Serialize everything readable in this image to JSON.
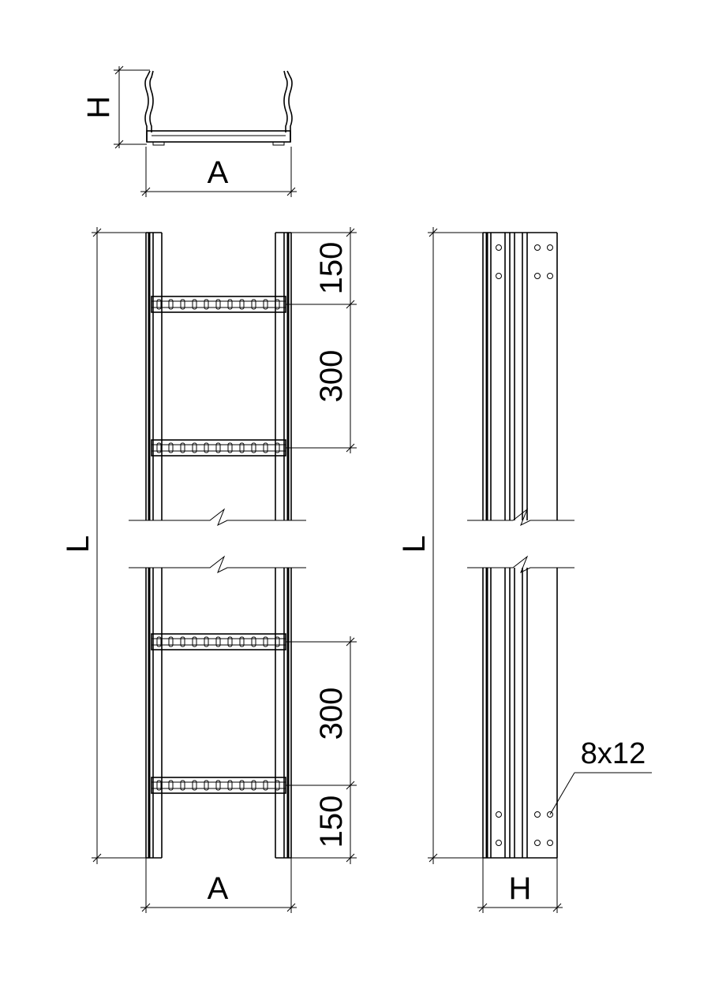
{
  "labels": {
    "cross_section_height": "H",
    "cross_section_width": "A",
    "front_length": "L",
    "front_width": "A",
    "side_length": "L",
    "side_height": "H",
    "dim_top_end": "150",
    "dim_top_pitch": "300",
    "dim_bottom_pitch": "300",
    "dim_bottom_end": "150",
    "hole_callout": "8x12"
  },
  "style": {
    "line_color": "#000000",
    "background": "#ffffff"
  }
}
